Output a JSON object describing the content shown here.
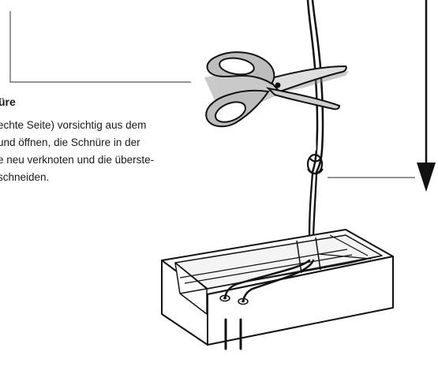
{
  "figure": {
    "section_heading": "üre",
    "body_lines": [
      "echte Seite) vorsichtig aus dem",
      "und öffnen, die Schnüre in der",
      "e neu verknoten und die überste-",
      "schneiden."
    ]
  },
  "icons": [
    "scissors-icon",
    "arrow-down-icon"
  ]
}
